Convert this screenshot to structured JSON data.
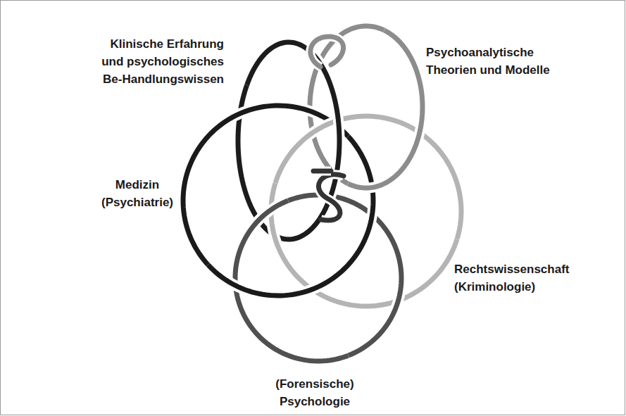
{
  "diagram": {
    "labels": [
      "Klinische Erfahrung und psychologisches Be-Handlungswissen",
      "Psychoanalytische Theorien und Modelle",
      "Medizin (Psychiatrie)",
      "Rechtswissenschaft (Kriminologie)",
      "(Forensische) Psychologie"
    ]
  }
}
